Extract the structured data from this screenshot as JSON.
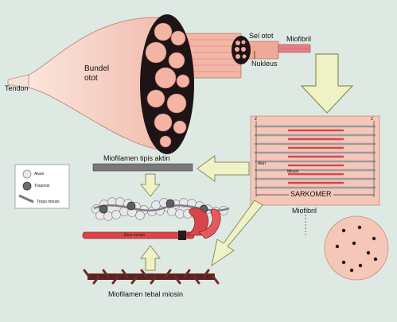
{
  "labels": {
    "tendon": "Tendon",
    "bundle_line1": "Bundel",
    "bundle_line2": "otot",
    "muscle_cell": "Sel otot",
    "nucleus": "Nukleus",
    "myofibril_top": "Miofibril",
    "thin_filament": "Miofilamen tipis aktin",
    "sarcomere": "SARKOMER",
    "myofibril_bottom": "Miofibril",
    "thick_filament": "Miofilamen tebal miosin",
    "z_left": "Z",
    "z_right": "Z",
    "actin_tag": "Akin",
    "myosin_tag": "Miosin",
    "myosin_tail": "Ekor miosin"
  },
  "legend": [
    {
      "label": "Aksin",
      "symbol": "light-circle"
    },
    {
      "label": "Troponin",
      "symbol": "dark-circle"
    },
    {
      "label": "Tropo miosin",
      "symbol": "gray-rod"
    }
  ],
  "colors": {
    "background": "#dfe9e3",
    "muscle_pink": "#f2c4b7",
    "fascicle": "#f3b3a2",
    "dark": "#1c1214",
    "myosin_red": "#d8464a",
    "thick_brown": "#5a2220",
    "arrow_fill": "#eef2c4",
    "sarcomere_bg": "#f4c7b8"
  }
}
